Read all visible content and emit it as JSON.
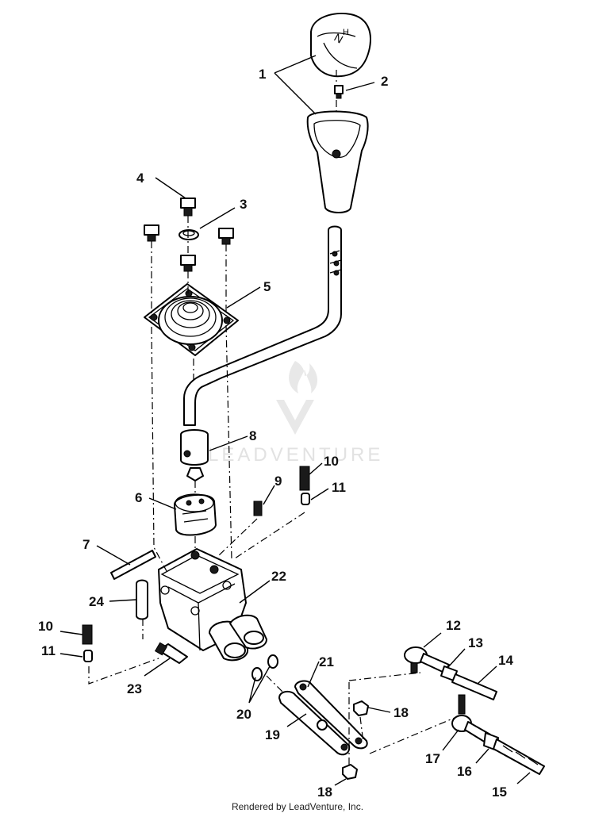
{
  "watermark": "LEADVENTURE",
  "footer": "Rendered by LeadVenture, Inc.",
  "callouts": {
    "c1": "1",
    "c2": "2",
    "c3": "3",
    "c4": "4",
    "c5": "5",
    "c6": "6",
    "c7": "7",
    "c8": "8",
    "c9": "9",
    "c10a": "10",
    "c10b": "10",
    "c11a": "11",
    "c11b": "11",
    "c12": "12",
    "c13": "13",
    "c14": "14",
    "c15": "15",
    "c16": "16",
    "c17": "17",
    "c18a": "18",
    "c18b": "18",
    "c19": "19",
    "c20": "20",
    "c21": "21",
    "c22": "22",
    "c23": "23",
    "c24": "24"
  }
}
